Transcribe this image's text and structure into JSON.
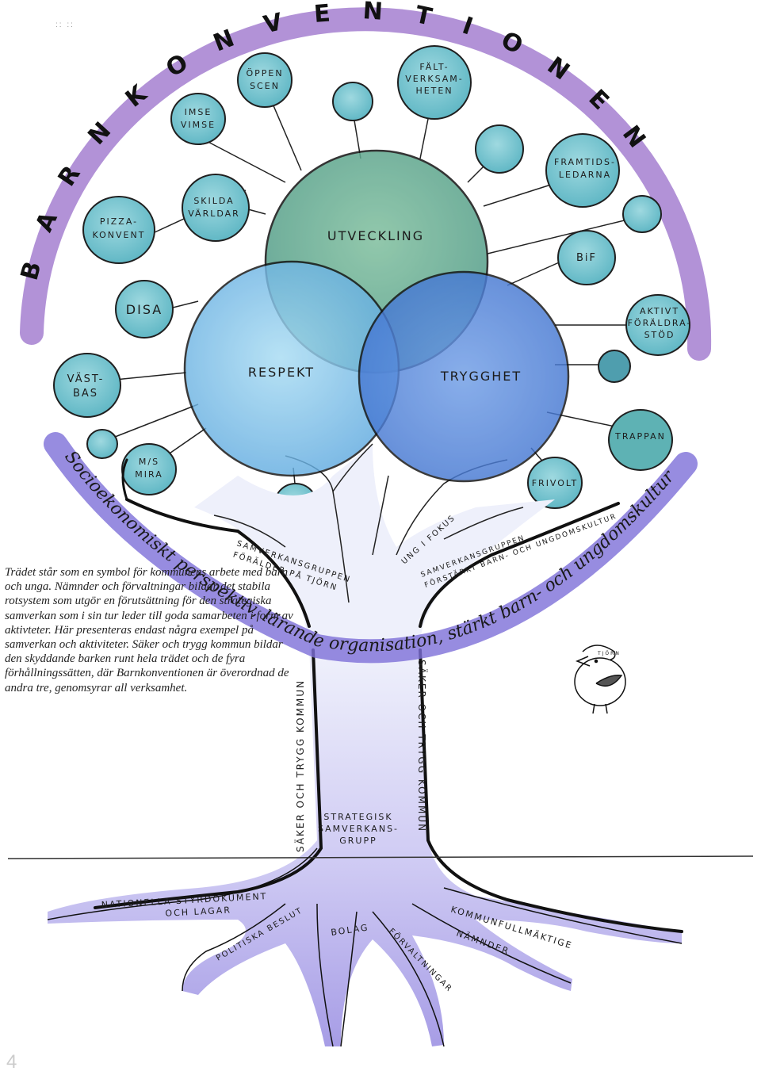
{
  "arc_title": "BARNKONVENTIONEN",
  "arc_letters": [
    "B",
    "A",
    "R",
    "N",
    "K",
    "O",
    "N",
    "V",
    "E",
    "N",
    "T",
    "I",
    "O",
    "N",
    "E",
    "N"
  ],
  "values": {
    "utveckling": "UTVECKLING",
    "respekt": "RESPEKT",
    "trygghet": "TRYGGHET"
  },
  "bubbles": {
    "pizza": [
      "PIZZA-",
      "KONVENT"
    ],
    "imse": [
      "IMSE",
      "VIMSE"
    ],
    "oppen": [
      "ÖPPEN",
      "SCEN"
    ],
    "falt": [
      "FÄLT-",
      "VERKSAM-",
      "HETEN"
    ],
    "framtid": [
      "FRAMTIDS-",
      "LEDARNA"
    ],
    "skilda": [
      "SKILDA",
      "VÄRLDAR"
    ],
    "bif": "BiF",
    "disa": "DISA",
    "aktivt": [
      "AKTIVT",
      "FÖRÄLDRA-",
      "STÖD"
    ],
    "vastbas": [
      "VÄST-",
      "BAS"
    ],
    "trappan": "TRAPPAN",
    "msmira": [
      "M/S",
      "MIRA"
    ],
    "frivolt": "FRIVOLT"
  },
  "branches": {
    "left": [
      "SAMVERKANSGRUPPEN",
      "FÖRÄLDER PÅ TJÖRN"
    ],
    "middle": "UNG I FOKUS",
    "right": [
      "SAMVERKANSGRUPPEN",
      "FÖRSTÄRKT BARN- OCH UNGDOMSKULTUR"
    ]
  },
  "bark_arc": "Socioekonomiskt perspektiv, lärande organisation, stärkt barn- och ungdomskultur",
  "trunk": {
    "left": "SÄKER OCH TRYGG KOMMUN",
    "right": "SÄKER OCH TRYGG KOMMUN",
    "center": [
      "STRATEGISK",
      "SAMVERKANS-",
      "GRUPP"
    ]
  },
  "roots": {
    "nationella": [
      "NATIONELLA STYRDOKUMENT",
      "OCH LAGAR"
    ],
    "politiska": "POLITISKA BESLUT",
    "bolag": "BOLAG",
    "forvaltningar": "FÖRVALTNINGAR",
    "kommunfull": "KOMMUNFULLMÄKTIGE",
    "namnder": "NÄMNDER"
  },
  "bird_cap": "TJÖRN",
  "description": "Trädet står som en symbol för kommunens arbete med barn och unga. Nämnder och förvaltningar bildar det stabila rotsystem som utgör en förutsättning för den strategiska samverkan som i sin tur leder till goda samarbeten i form av aktivteter. Här presenteras endast några exempel på samverkan och aktiviteter. Säker och trygg kommun bildar den skyddande barken runt hela trädet och de fyra förhållningssätten, där Barnkonventionen är överordnad de andra tre, genomsyrar all verksamhet.",
  "page_number": "4",
  "corner_marks": ":: ::",
  "colors": {
    "arc_purple": "#a77fcf",
    "bark_purple": "#7b6fd6",
    "bubble_teal": "#6fc3cf",
    "circle_green": "#5da58a",
    "circle_lightblue": "#7dbfe6",
    "circle_blue": "#4f83d8",
    "trunk": "#b9b3ee"
  }
}
